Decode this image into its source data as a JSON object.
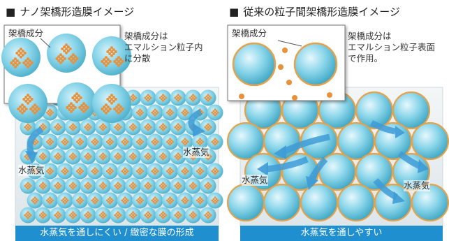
{
  "left": {
    "title_marker": "■",
    "title": "ナノ架橋形造膜イメージ",
    "callout_label": "架橋成分",
    "note_lines": [
      "架橋成分は",
      "エマルション粒子内",
      "に分散"
    ],
    "vapor_left": "水蒸気",
    "vapor_right": "水蒸気",
    "caption": "水蒸気を通しにくい / 緻密な膜の形成"
  },
  "right": {
    "title_marker": "■",
    "title": "従来の粒子間架橋形造膜イメージ",
    "callout_label": "架橋成分",
    "note_lines": [
      "架橋成分は",
      "エマルション粒子表面",
      "で作用。"
    ],
    "vapor_left": "水蒸気",
    "vapor_right": "水蒸気",
    "caption": "水蒸気を通しやすい"
  },
  "colors": {
    "particle": "#7fd0e6",
    "particle_edge": "#e6a24a",
    "dot": "#e8913c",
    "caption_bg": "#1f8fd0",
    "film_bg": "#e7eef0",
    "arrow": "#3e9bd6"
  },
  "icons": [
    "arrow-icon"
  ]
}
